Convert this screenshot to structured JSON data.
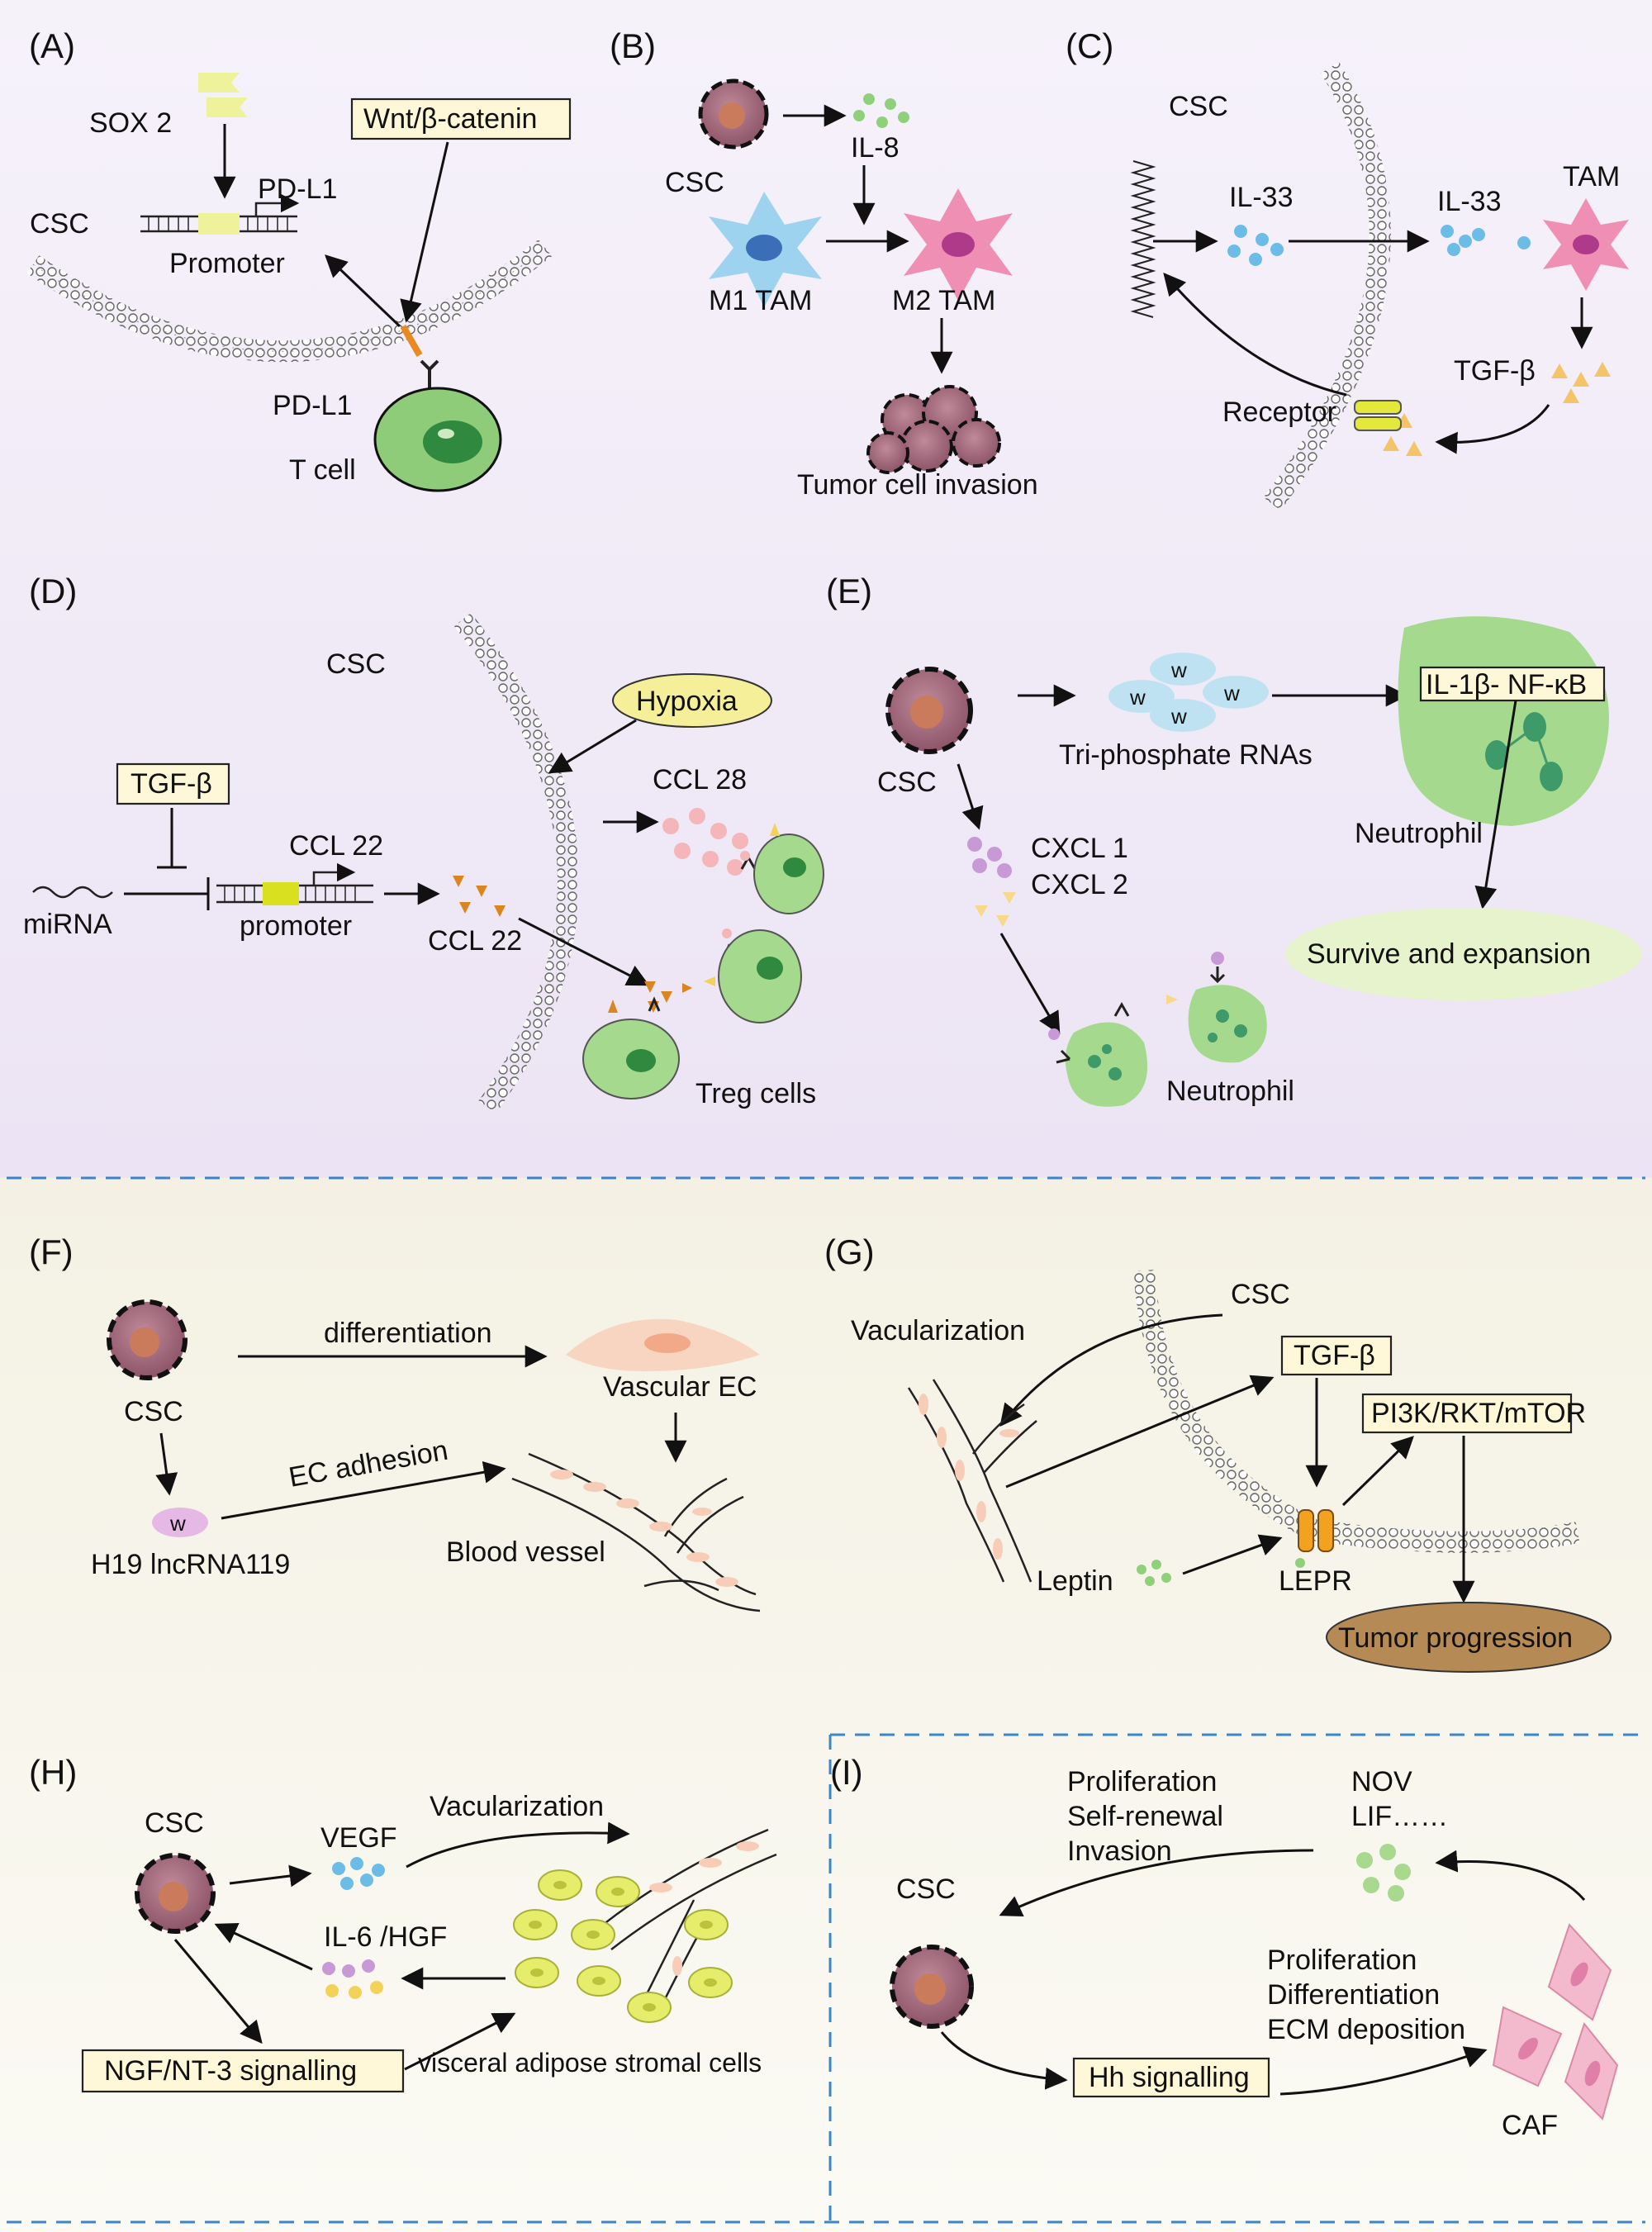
{
  "panels": {
    "A": {
      "label": "(A)",
      "sox2": "SOX 2",
      "wnt": "Wnt/β-catenin",
      "pdl1_top": "PD-L1",
      "csc": "CSC",
      "promoter": "Promoter",
      "pdl1_bottom": "PD-L1",
      "tcell": "T cell"
    },
    "B": {
      "label": "(B)",
      "il8": "IL-8",
      "csc": "CSC",
      "m1": "M1 TAM",
      "m2": "M2 TAM",
      "invasion": "Tumor cell invasion"
    },
    "C": {
      "label": "(C)",
      "csc": "CSC",
      "il33_left": "IL-33",
      "il33_right": "IL-33",
      "tam": "TAM",
      "tgfb": "TGF-β",
      "receptor": "Receptor"
    },
    "D": {
      "label": "(D)",
      "csc": "CSC",
      "hypoxia": "Hypoxia",
      "tgfb": "TGF-β",
      "ccl28": "CCL 28",
      "ccl22_top": "CCL 22",
      "mirna": "miRNA",
      "promoter": "promoter",
      "ccl22": "CCL 22",
      "treg": "Treg cells"
    },
    "E": {
      "label": "(E)",
      "csc": "CSC",
      "triphosphate": "Tri-phosphate RNAs",
      "il1b": "IL-1β- NF-κB",
      "neutrophil_top": "Neutrophil",
      "cxcl1": "CXCL 1",
      "cxcl2": "CXCL 2",
      "survive": "Survive and expansion",
      "neutrophil_bottom": "Neutrophil"
    },
    "F": {
      "label": "(F)",
      "differentiation": "differentiation",
      "vascular_ec": "Vascular EC",
      "csc": "CSC",
      "ec_adhesion": "EC adhesion",
      "h19": "H19 lncRNA119",
      "blood_vessel": "Blood vessel"
    },
    "G": {
      "label": "(G)",
      "csc": "CSC",
      "vacularization": "Vacularization",
      "tgfb": "TGF-β",
      "pi3k": "PI3K/RKT/mTOR",
      "leptin": "Leptin",
      "lepr": "LEPR",
      "tumor_progression": "Tumor progression"
    },
    "H": {
      "label": "(H)",
      "csc": "CSC",
      "vegf": "VEGF",
      "vacularization": "Vacularization",
      "il6": "IL-6 /HGF",
      "ngf": "NGF/NT-3 signalling",
      "visceral": "visceral adipose stromal cells"
    },
    "I": {
      "label": "(I)",
      "prolif_top": "Proliferation",
      "self_renewal": "Self-renewal",
      "invasion": "Invasion",
      "nov": "NOV",
      "lif": "LIF……",
      "csc": "CSC",
      "prolif_right": "Proliferation",
      "differentiation": "Differentiation",
      "ecm": "ECM deposition",
      "hh": "Hh signalling",
      "caf": "CAF"
    }
  },
  "colors": {
    "top_bg": "#f1ecf7",
    "bottom_bg": "#f6f4ea",
    "dashed_line": "#3a86c8",
    "csc_cell": "#a06a7c",
    "tcell": "#8fcc7a",
    "m1_tam": "#9dd3ee",
    "m2_tam": "#ee8fb3",
    "il_dots": "#6bbde8",
    "tgfb_triangles": "#f3c468",
    "ccl22_triangles": "#d9861f",
    "survive_ellipse": "#e6f3cc",
    "tumor_progression": "#b68a55",
    "caf": "#f3b9cd",
    "label_box": "#fff8d8"
  }
}
